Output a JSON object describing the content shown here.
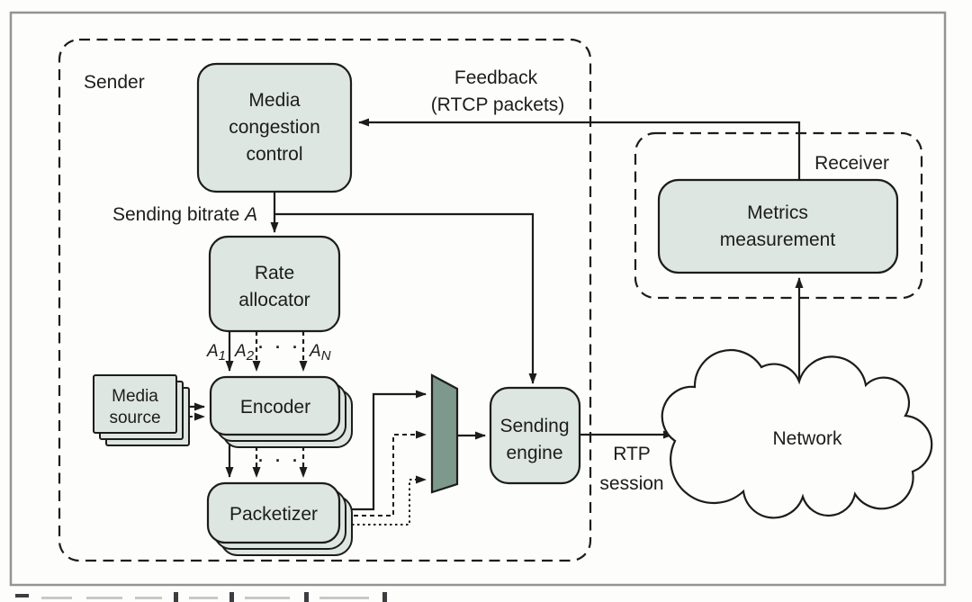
{
  "figure": {
    "sender_label": "Sender",
    "receiver_label": "Receiver",
    "network_label": "Network",
    "feedback_line1": "Feedback",
    "feedback_line2": "(RTCP packets)",
    "sending_bitrate_text": "Sending bitrate",
    "sending_bitrate_var": "A",
    "rtp_line1": "RTP",
    "rtp_line2": "session",
    "ellipsis": "· · ·",
    "nodes": {
      "media_congestion_control": [
        "Media",
        "congestion",
        "control"
      ],
      "rate_allocator": [
        "Rate",
        "allocator"
      ],
      "media_source": [
        "Media",
        "source"
      ],
      "encoder": "Encoder",
      "packetizer": "Packetizer",
      "sending_engine": [
        "Sending",
        "engine"
      ],
      "metrics_measurement": [
        "Metrics",
        "measurement"
      ]
    },
    "rate_outputs": {
      "a1_base": "A",
      "a1_sub": "1",
      "a2_base": "A",
      "a2_sub": "2",
      "an_base": "A",
      "an_sub": "N"
    },
    "colors": {
      "node_fill": "#dde6e0",
      "mux_fill": "#7d998c",
      "line": "#1c1c1c",
      "frame_border": "#949494"
    }
  }
}
